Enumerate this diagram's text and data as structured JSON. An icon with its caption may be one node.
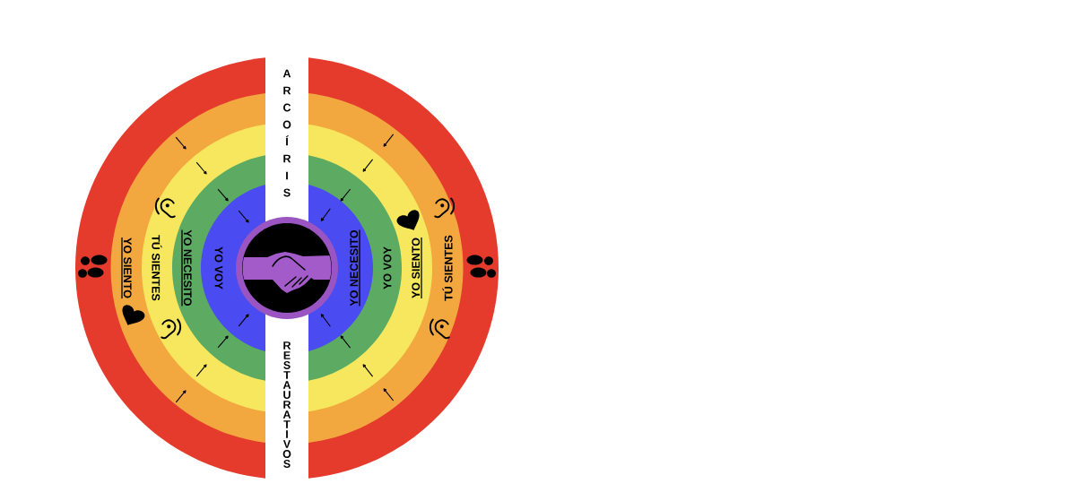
{
  "diagram": {
    "nodes": [
      {
        "text": [],
        "shape": "semicircle"
      },
      {
        "text": [
          "YO SIENTO"
        ],
        "in": 0
      },
      {
        "text": [
          "TÚ SIENTES"
        ],
        "in": 1
      },
      {
        "text": [
          "YO NECESITO"
        ],
        "in": 2
      },
      {
        "text": [
          "YO VOY"
        ],
        "in": 3
      },
      {
        "text": [],
        "shape": "circle"
      },
      {
        "text": [],
        "shape": "semicircle"
      },
      {
        "text": [
          "TÚ SIENTES"
        ],
        "in": 6
      },
      {
        "text": [
          "YO SIENTO"
        ],
        "in": 7
      },
      {
        "text": [
          "YO VOY"
        ],
        "in": 8
      },
      {
        "text": [
          "YO NECESITO"
        ],
        "in": 9
      }
    ],
    "labels": [
      "ARCOÍRIS",
      "RESTAURATIVOS"
    ]
  }
}
